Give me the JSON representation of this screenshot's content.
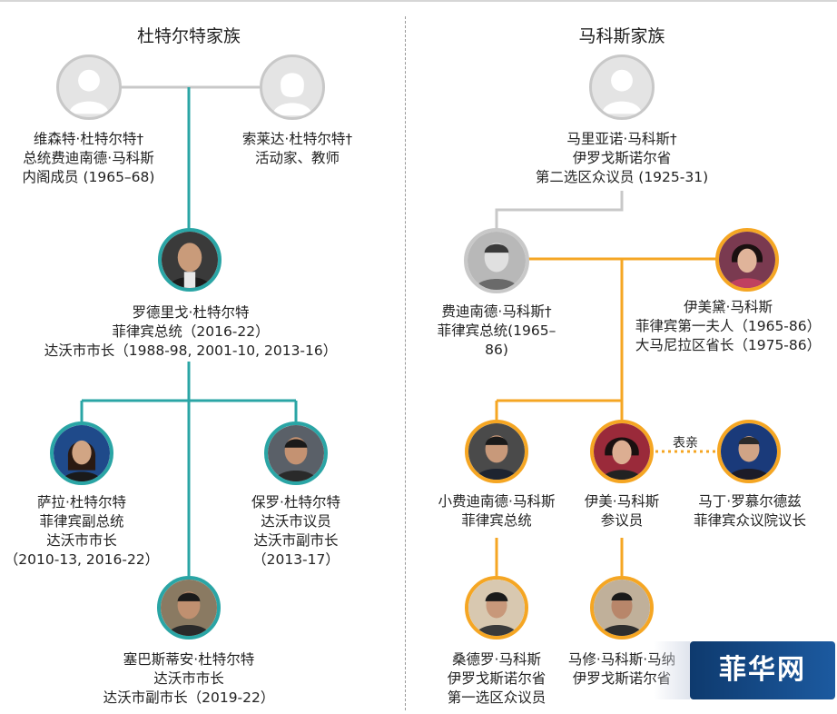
{
  "colors": {
    "duterte": "#2aa5a5",
    "marcos": "#f5a623",
    "gray": "#c8c8c8"
  },
  "families": {
    "duterte": {
      "title": "杜特尔特家族",
      "members": {
        "vicente": {
          "lines": [
            "维森特·杜特尔特†",
            "总统费迪南德·马科斯",
            "内阁成员 (1965–68)"
          ]
        },
        "soledad": {
          "lines": [
            "索莱达·杜特尔特†",
            "活动家、教师"
          ]
        },
        "rodrigo": {
          "lines": [
            "罗德里戈·杜特尔特",
            "菲律宾总统（2016-22）",
            "达沃市市长（1988-98, 2001-10, 2013-16）"
          ]
        },
        "sara": {
          "lines": [
            "萨拉·杜特尔特",
            "菲律宾副总统",
            "达沃市市长",
            "（2010-13, 2016-22）"
          ]
        },
        "paolo": {
          "lines": [
            "保罗·杜特尔特",
            "达沃市议员",
            "达沃市副市长",
            "（2013-17）"
          ]
        },
        "sebastian": {
          "lines": [
            "塞巴斯蒂安·杜特尔特",
            "达沃市市长",
            "达沃市副市长（2019-22）"
          ]
        }
      }
    },
    "marcos": {
      "title": "马科斯家族",
      "members": {
        "mariano": {
          "lines": [
            "马里亚诺·马科斯†",
            "伊罗戈斯诺尔省",
            "第二选区众议员 (1925-31)"
          ]
        },
        "ferdinand": {
          "lines": [
            "费迪南德·马科斯†",
            "菲律宾总统(1965–",
            "86)"
          ]
        },
        "imelda": {
          "lines": [
            "伊美黛·马科斯",
            "菲律宾第一夫人（1965-86）",
            "大马尼拉区省长（1975-86）"
          ]
        },
        "bongbong": {
          "lines": [
            "小费迪南德·马科斯",
            "菲律宾总统"
          ]
        },
        "imee": {
          "lines": [
            "伊美·马科斯",
            "参议员"
          ]
        },
        "martin": {
          "lines": [
            "马丁·罗慕尔德兹",
            "菲律宾众议院议长"
          ]
        },
        "sandro": {
          "lines": [
            "桑德罗·马科斯",
            "伊罗戈斯诺尔省",
            "第一选区众议员"
          ]
        },
        "matthew": {
          "lines": [
            "马修·马科斯·马纳",
            "伊罗戈斯诺尔省"
          ]
        }
      },
      "relation_label": "表亲"
    }
  },
  "watermark": "菲华网"
}
